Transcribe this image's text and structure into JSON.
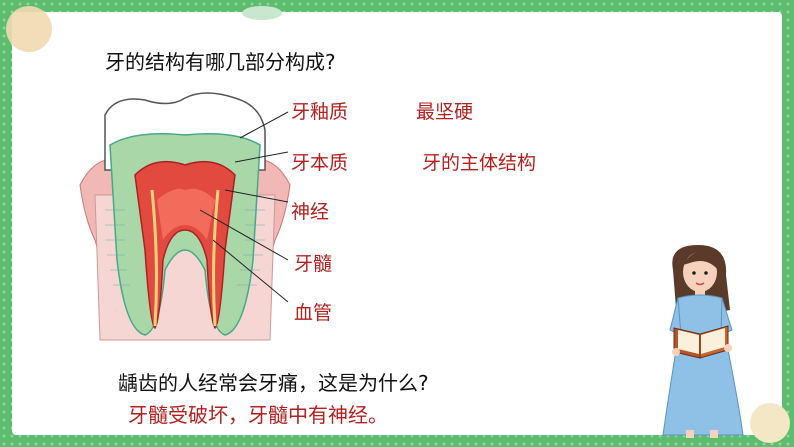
{
  "question": "牙的结构有哪几部分构成?",
  "labels": [
    "牙釉质",
    "牙本质",
    "神经",
    "牙髓",
    "血管"
  ],
  "descriptions": [
    "最坚硬",
    "牙的主体结构"
  ],
  "question2": "龋齿的人经常会牙痛，这是为什么?",
  "answer2": "牙髓受破坏，牙髓中有神经。",
  "colors": {
    "frame": "#5dbd6e",
    "accent": "#b3201f",
    "text": "#111111"
  }
}
